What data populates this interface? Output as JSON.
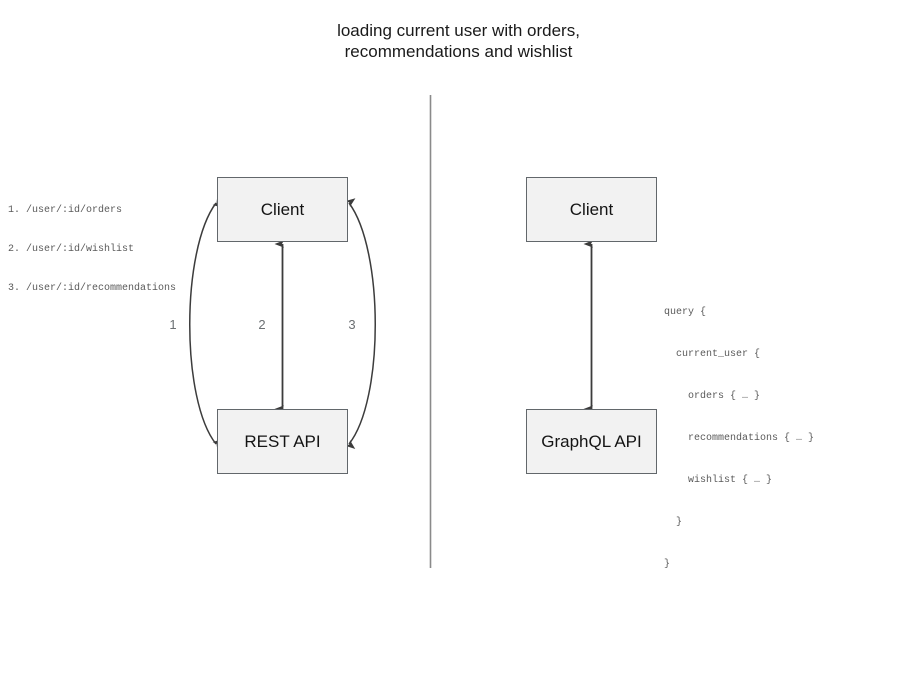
{
  "diagram": {
    "title": "loading current user with orders,\nrecommendations and wishlist",
    "divider": {
      "orientation": "vertical",
      "color": "#8a8a8a"
    },
    "colors": {
      "node_fill": "#f2f2f2",
      "node_border": "#62676b",
      "node_text": "#141414",
      "connector": "#3c3c3c",
      "code_text": "#5a5a5a",
      "label_text": "#6c7073",
      "background": "#ffffff"
    },
    "left_panel": {
      "name": "rest-approach",
      "legend": {
        "lines": [
          "1. /user/:id/orders",
          "2. /user/:id/wishlist",
          "3. /user/:id/recommendations"
        ]
      },
      "nodes": {
        "client": "Client",
        "api": "REST API"
      },
      "connectors": [
        {
          "label": "1",
          "shape": "curve-left",
          "arrowheads": "both"
        },
        {
          "label": "2",
          "shape": "straight",
          "arrowheads": "both"
        },
        {
          "label": "3",
          "shape": "curve-right",
          "arrowheads": "both"
        }
      ]
    },
    "right_panel": {
      "name": "graphql-approach",
      "nodes": {
        "client": "Client",
        "api": "GraphQL API"
      },
      "connectors": [
        {
          "label": "",
          "shape": "straight",
          "arrowheads": "both"
        }
      ],
      "query": {
        "lines": [
          "query {",
          "  current_user {",
          "    orders { … }",
          "    recommendations { … }",
          "    wishlist { … }",
          "  }",
          "}"
        ]
      }
    }
  }
}
